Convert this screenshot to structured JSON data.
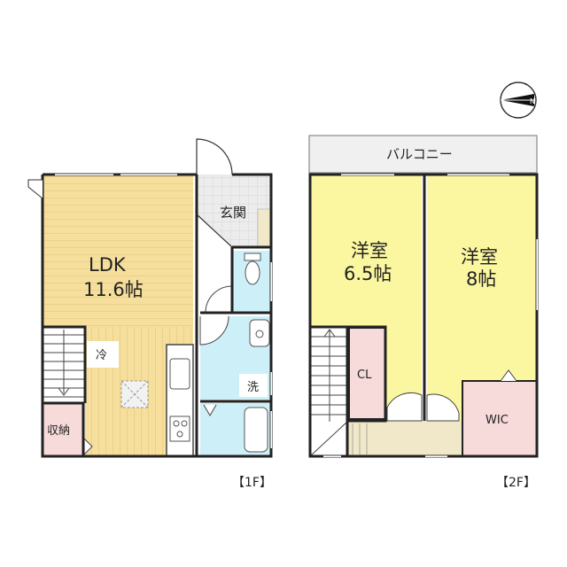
{
  "floor_1": {
    "tag": "【1F】",
    "rooms": {
      "ldk_name": "LDK",
      "ldk_size": "11.6帖",
      "entrance": "玄関",
      "fridge": "冷",
      "washroom": "洗",
      "storage": "収納"
    }
  },
  "floor_2": {
    "tag": "【2F】",
    "rooms": {
      "balcony": "バルコニー",
      "room_a_name": "洋室",
      "room_a_size": "6.5帖",
      "room_b_name": "洋室",
      "room_b_size": "8帖",
      "closet": "CL",
      "walk_in_closet": "WIC"
    }
  },
  "compass": {
    "north_label": "N"
  },
  "colors": {
    "ldk_floor": "#f6de9c",
    "ldk_floor_lines": "#ead28c",
    "bedroom_floor": "#fbf7a0",
    "bath_water": "#cdeff8",
    "storage_pink": "#f7dada",
    "entrance_tile": "#ececec",
    "stair_beige": "#f0e8c8",
    "balcony_gray": "#f0f0f0",
    "wall": "#222222"
  }
}
